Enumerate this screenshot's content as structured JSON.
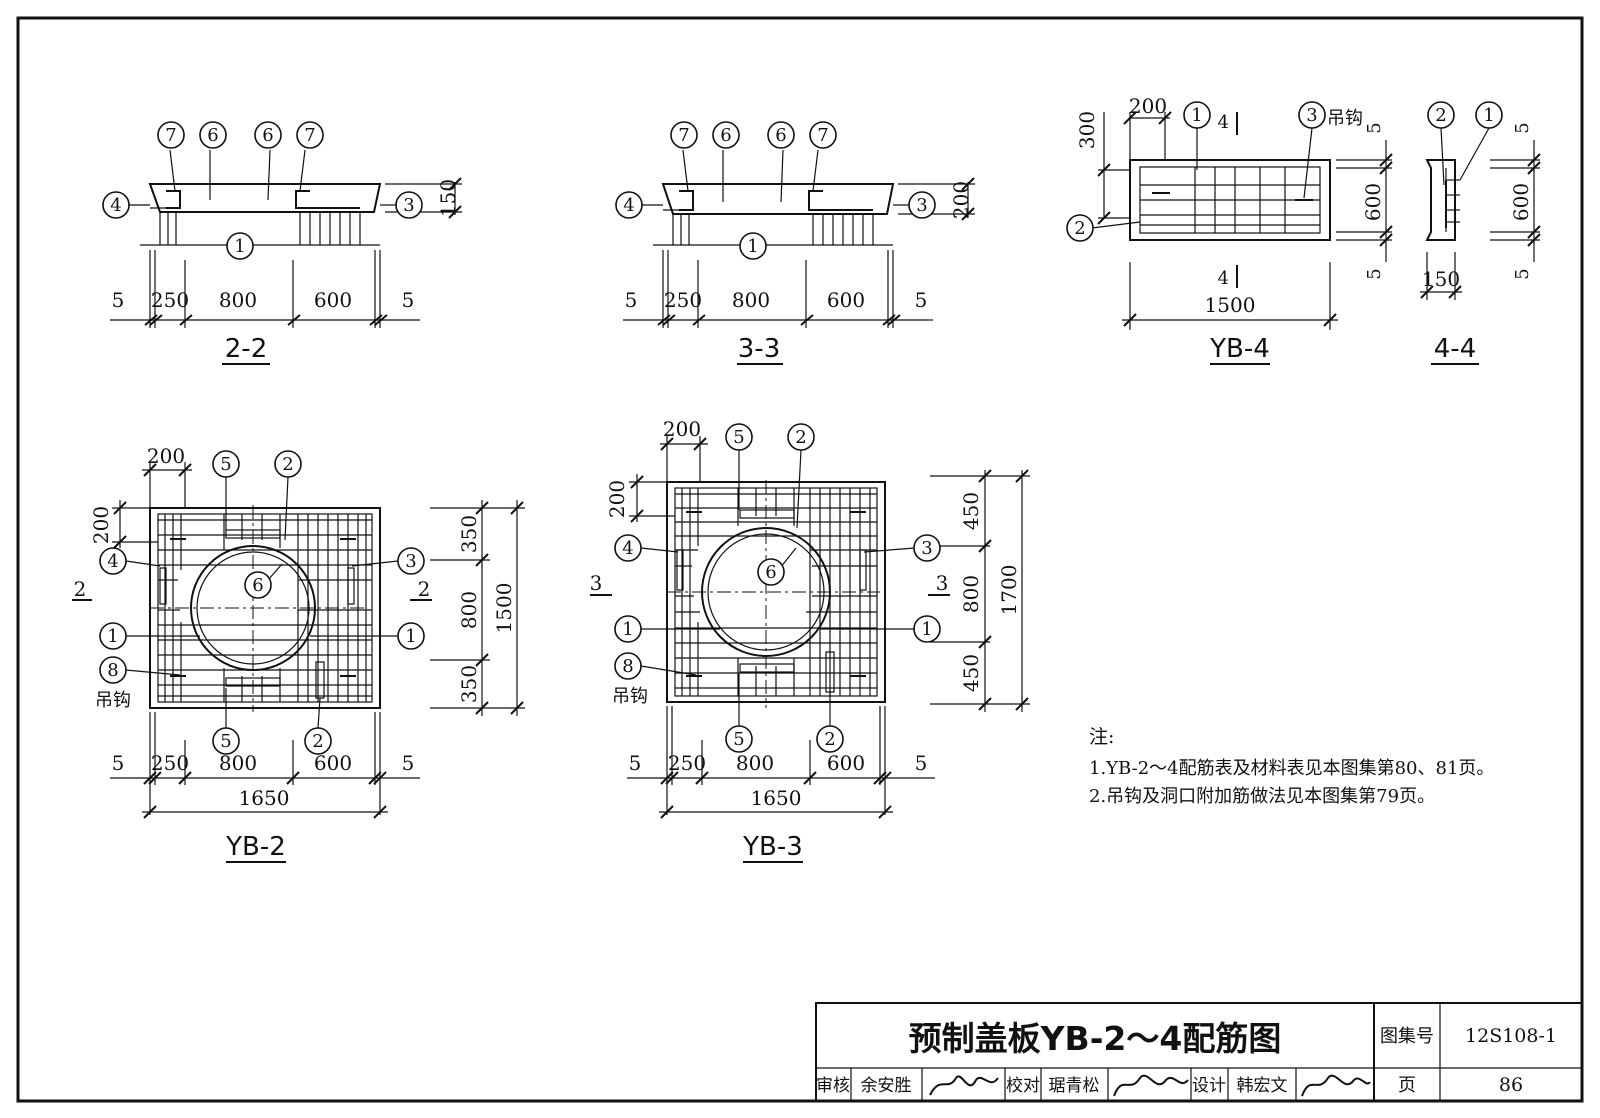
{
  "drawing_title": "预制盖板YB-2～4配筋图",
  "atlas_label": "图集号",
  "atlas_number": "12S108-1",
  "page_label": "页",
  "page_number": "86",
  "signoff": {
    "review_label": "审核",
    "reviewer": "余安胜",
    "check_label": "校对",
    "checker": "琚青松",
    "design_label": "设计",
    "designer": "韩宏文"
  },
  "views": {
    "s22": {
      "title": "2-2",
      "height_dim": "150",
      "dims": [
        "5",
        "250",
        "800",
        "600",
        "5"
      ],
      "marks": [
        "7",
        "6",
        "6",
        "7",
        "4",
        "3",
        "1"
      ]
    },
    "s33": {
      "title": "3-3",
      "height_dim": "200",
      "dims": [
        "5",
        "250",
        "800",
        "600",
        "5"
      ],
      "marks": [
        "7",
        "6",
        "6",
        "7",
        "4",
        "3",
        "1"
      ]
    },
    "yb4": {
      "title": "YB-4",
      "dims_top": [
        "200",
        "300"
      ],
      "dims_right": [
        "5",
        "600",
        "5"
      ],
      "dim_bottom": "1500",
      "section_mark": "4",
      "hook_label": "吊钩",
      "marks": [
        "1",
        "3",
        "2"
      ]
    },
    "s44": {
      "title": "4-4",
      "dims_right": [
        "5",
        "600",
        "5"
      ],
      "dim_bottom": "150",
      "marks": [
        "2",
        "1"
      ]
    },
    "yb2": {
      "title": "YB-2",
      "dims_top": [
        "200",
        "200"
      ],
      "dims_right": [
        "350",
        "800",
        "350"
      ],
      "dim_total_right": "1500",
      "dims_bottom": [
        "5",
        "250",
        "800",
        "600",
        "5"
      ],
      "dim_total_bottom": "1650",
      "section_mark": "2",
      "hook_label": "吊钩",
      "marks": [
        "5",
        "2",
        "4",
        "3",
        "6",
        "1",
        "1",
        "8",
        "5",
        "2"
      ]
    },
    "yb3": {
      "title": "YB-3",
      "dims_top": [
        "200",
        "200"
      ],
      "dims_right": [
        "450",
        "800",
        "450"
      ],
      "dim_total_right": "1700",
      "dims_bottom": [
        "5",
        "250",
        "800",
        "600",
        "5"
      ],
      "dim_total_bottom": "1650",
      "section_mark": "3",
      "hook_label": "吊钩",
      "marks": [
        "5",
        "2",
        "4",
        "3",
        "6",
        "1",
        "1",
        "8",
        "5",
        "2"
      ]
    }
  },
  "notes": {
    "heading": "注:",
    "items": [
      "1.YB-2～4配筋表及材料表见本图集第80、81页。",
      "2.吊钩及洞口附加筋做法见本图集第79页。"
    ]
  }
}
